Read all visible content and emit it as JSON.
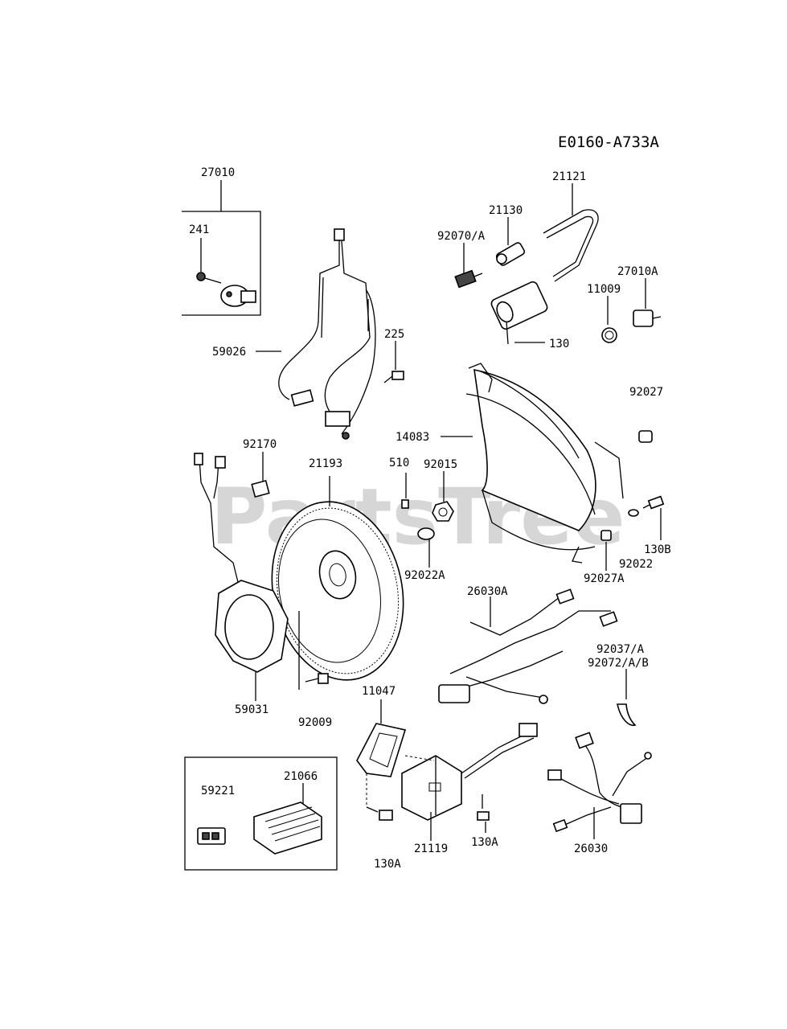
{
  "diagram": {
    "code": "E0160-A733A",
    "watermark": "PartsTree",
    "trademark": "™",
    "parts": {
      "p27010": "27010",
      "p241": "241",
      "p21121": "21121",
      "p21130": "21130",
      "p92070A": "92070/A",
      "p27010A": "27010A",
      "p11009": "11009",
      "p130_coil": "130",
      "p225": "225",
      "p59026": "59026",
      "p92027": "92027",
      "p14083": "14083",
      "p92170": "92170",
      "p21193": "21193",
      "p510": "510",
      "p92015": "92015",
      "p130B": "130B",
      "p92022": "92022",
      "p92022A": "92022A",
      "p92027A": "92027A",
      "p26030A": "26030A",
      "p92037A": "92037/A",
      "p92072AB": "92072/A/B",
      "p59031": "59031",
      "p92009": "92009",
      "p11047": "11047",
      "p59221": "59221",
      "p21066": "21066",
      "p21119": "21119",
      "p130A_a": "130A",
      "p130A_b": "130A",
      "p26030": "26030"
    }
  }
}
